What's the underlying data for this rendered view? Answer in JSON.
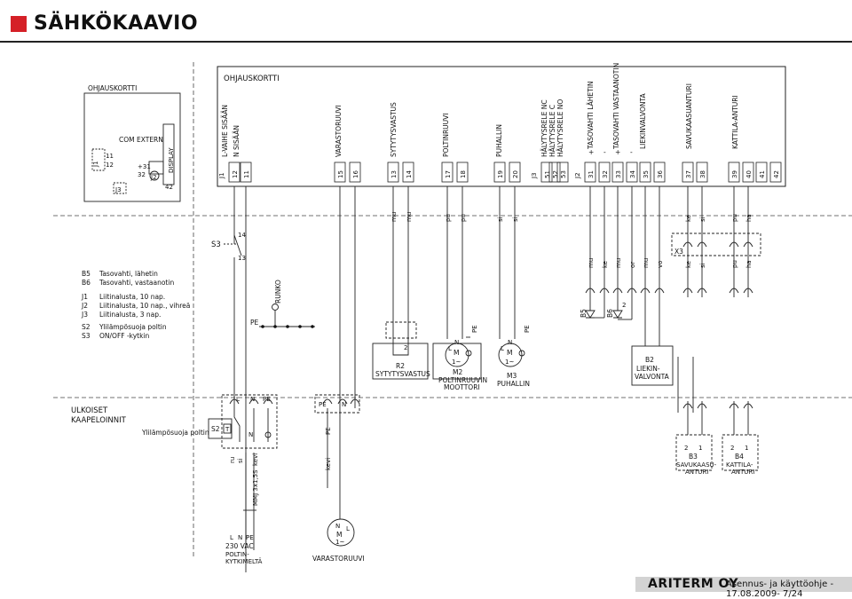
{
  "header": {
    "title": "SÄHKÖKAAVIO"
  },
  "left_card": {
    "title": "OHJAUSKORTTI",
    "j1": "J1",
    "pin_11": "11",
    "pin_12": "12",
    "com": "COM EXTERN",
    "j2": "J2",
    "pin_31": "+31",
    "pin_32": "32",
    "display": "DISPLAY",
    "j3": "J3",
    "pin_42": "42"
  },
  "main_card": {
    "title": "OHJAUSKORTTI",
    "groups": [
      {
        "connector": "J1",
        "pins": [
          "12",
          "11"
        ],
        "labels": [
          "L-VAIHE SISÄÄN",
          "N SISÄÄN"
        ]
      },
      {
        "pins": [
          "15",
          "16"
        ],
        "labels": [
          "VARASTORUUVI"
        ]
      },
      {
        "pins": [
          "13",
          "14"
        ],
        "labels": [
          "SYTYTYSVASTUS"
        ]
      },
      {
        "pins": [
          "17",
          "18"
        ],
        "labels": [
          "POLTINRUUVI"
        ]
      },
      {
        "pins": [
          "19",
          "20"
        ],
        "labels": [
          "PUHALLIN"
        ]
      },
      {
        "connector": "J3",
        "pins": [
          "51",
          "52",
          "53"
        ],
        "labels": [
          "HÄLYTYSRELE NC",
          "HÄLYTYSRELE C",
          "HÄLYTYSRELE NO"
        ]
      },
      {
        "connector": "J2",
        "pins": [
          "31",
          "32",
          "33",
          "34",
          "35",
          "36",
          "37",
          "38",
          "39",
          "40",
          "41",
          "42"
        ],
        "labels": [
          "TASOVAHTI LÄHETIN",
          "TASOVAHTI VASTAANOTIN",
          "LIEKINVALVONTA",
          "SAVUKAASUANTURI",
          "KATTILA-ANTURI"
        ]
      }
    ],
    "signs": [
      "+",
      "-",
      "+",
      "-"
    ]
  },
  "wire_colors": {
    "sytytys": [
      "mu",
      "mu"
    ],
    "poltin": [
      "pu",
      "pu"
    ],
    "puhallin": [
      "si",
      "si"
    ],
    "j2_top": [
      "ke",
      "si",
      "pu",
      "ha"
    ],
    "j2_mid": [
      "mu",
      "ke",
      "mu",
      "or",
      "mu",
      "vo",
      "ke",
      "si",
      "pu",
      "ha"
    ]
  },
  "legend": [
    {
      "code": "B5",
      "text": "Tasovahti, lähetin"
    },
    {
      "code": "B6",
      "text": "Tasovahti, vastaanotin"
    },
    {
      "code": "J1",
      "text": "Liitinalusta, 10 nap."
    },
    {
      "code": "J2",
      "text": "Liitinalusta, 10 nap., vihreä"
    },
    {
      "code": "J3",
      "text": "Liitinalusta, 3 nap."
    },
    {
      "code": "S2",
      "text": "Ylilämpösuoja poltin"
    },
    {
      "code": "S3",
      "text": "ON/OFF -kytkin"
    }
  ],
  "components": {
    "s3": "S3",
    "s3_pin_top": "14",
    "s3_pin_bot": "13",
    "runko": "RUNKO",
    "pe": "PE",
    "r2_pin": "2",
    "r2": "R2",
    "r2_name": "SYTYTYSVASTUS",
    "m2": "M2",
    "m2_name": "POLTINRUUVIN",
    "m2_name2": "MOOTTORI",
    "m3": "M3",
    "m3_name": "PUHALLIN",
    "motor_l": "L",
    "motor_n": "N",
    "motor_m": "M",
    "motor_ac": "1~",
    "x3": "X3",
    "b5": "B5",
    "b6": "B6",
    "b6_pin": "2",
    "b2": "B2",
    "b2_name": "LIEKIN-",
    "b2_name2": "VALVONTA"
  },
  "external": {
    "title": "ULKOISET",
    "title2": "KAAPELOINNIT",
    "s2_desc": "Ylilämpösuoja poltin",
    "s2": "S2",
    "s2_t": "T",
    "l": "L",
    "n": "N",
    "pe": "PE",
    "cable": "MMJ 3x1,5S",
    "wire_ru": "ru",
    "wire_si": "si",
    "wire_kevi": "kevi",
    "supply": "230 VAC",
    "supply2": "POLTIN-",
    "supply3": "KYTKIMELTÄ",
    "varasto": "VARASTORUUVI",
    "b3": "B3",
    "b3_name": "SAVUKAASU-",
    "b3_name2": "ANTURI",
    "b4": "B4",
    "b4_name": "KATTILA-",
    "b4_name2": "ANTURI",
    "pin2": "2",
    "pin1": "1"
  },
  "footer": {
    "company": "ARITERM OY",
    "ref": "Asennus- ja käyttöohje - 17.08.2009- 7/24"
  }
}
